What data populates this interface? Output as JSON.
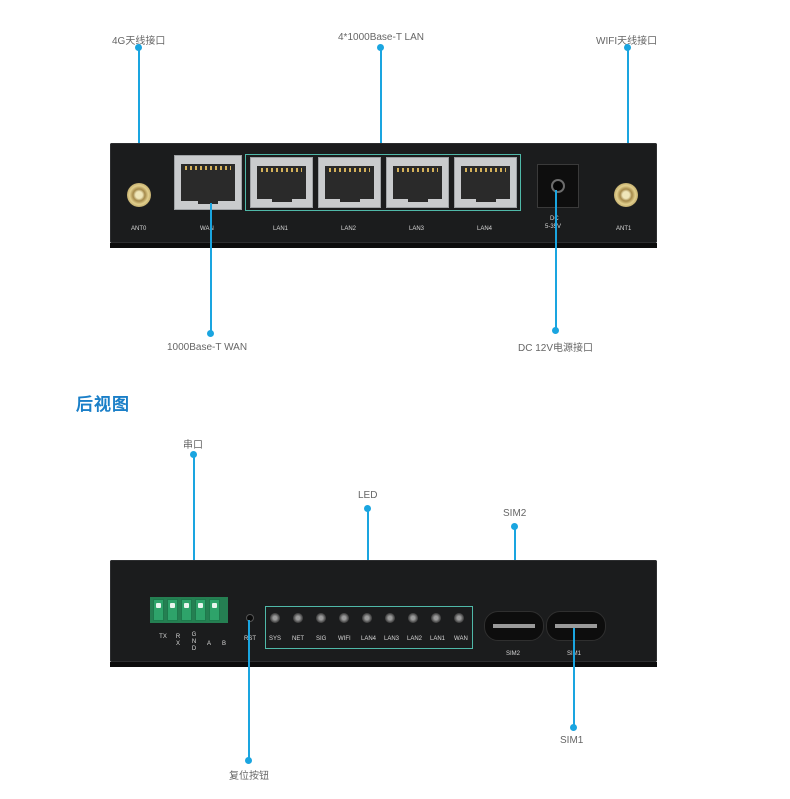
{
  "front_view": {
    "callouts": {
      "ant0": "4G天线接口",
      "lan": "4*1000Base-T LAN",
      "ant1": "WIFI天线接口",
      "wan": "1000Base-T WAN",
      "dc": "DC 12V电源接口"
    },
    "port_labels": {
      "ant0": "ANT0",
      "wan": "WAN",
      "lan1": "LAN1",
      "lan2": "LAN2",
      "lan3": "LAN3",
      "lan4": "LAN4",
      "dc_line1": "DC",
      "dc_line2": "5-35V",
      "ant1": "ANT1"
    }
  },
  "rear_view": {
    "title": "后视图",
    "callouts": {
      "serial": "串口",
      "led": "LED",
      "sim2": "SIM2",
      "sim1": "SIM1",
      "reset": "复位按钮"
    },
    "terminal_labels": [
      "TX",
      "RX",
      "GND",
      "A",
      "B"
    ],
    "rst_label": "RST",
    "led_labels": [
      "SYS",
      "NET",
      "SIG",
      "WIFI",
      "LAN4",
      "LAN3",
      "LAN2",
      "LAN1",
      "WAN"
    ],
    "sim_labels": {
      "sim2": "SIM2",
      "sim1": "SIM1"
    }
  },
  "colors": {
    "accent": "#1aa5e0",
    "title": "#1a7fc8",
    "panel": "#1b1c1d",
    "frame": "#4fb8a8",
    "terminal": "#2ea36a"
  }
}
